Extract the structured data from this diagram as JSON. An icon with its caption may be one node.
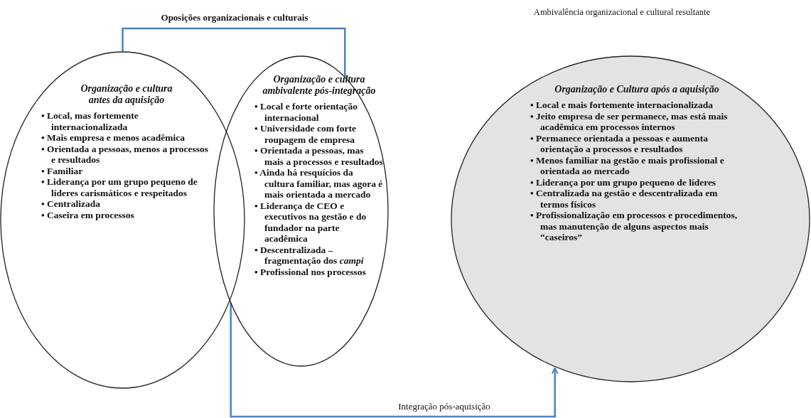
{
  "diagram": {
    "nodes": [
      {
        "text": [
          "Organização e cultura antes da aquisição",
          "• Local, mas fortemente internacionalizada",
          "• Mais empresa e menos acadêmica",
          "• Orientada a pessoas, menos a processos e resultados",
          "• Familiar",
          "• Liderança por um grupo pequeno de líderes carismáticos e respeitados",
          "• Centralizada",
          "• Caseira em processos"
        ]
      },
      {
        "text": [
          "Organização e cultura ambivalente pós-integração",
          "• Local e forte orientação internacional",
          "• Universidade com forte roupagem de empresa",
          "• Orientada a pessoas, mas mais a processos e resultados",
          "• Ainda há resquícios da cultura familiar, mas agora é mais orientada a mercado",
          "• Liderança de CEO e executivos na gestão e do fundador na parte acadêmica",
          "• Descentralizada – fragmentação dos *campi*",
          "• Profissional nos processos"
        ]
      },
      {
        "text": [
          "Organização e Cultura após a aquisição",
          "• Local e mais fortemente internacionalizada",
          "• Jeito empresa de ser permanece, mas está mais acadêmica em processos internos",
          "• Permanece orientada a pessoas e aumenta orientação a processos e resultados",
          "• Menos familiar na gestão e mais profissional e orientada ao mercado",
          "• Liderança por um grupo pequeno de líderes",
          "• Centralizada na gestão e descentralizada em termos físicos",
          "• Profissionalização em processos e procedimentos, mas manutenção de alguns aspectos mais “caseiros”"
        ]
      }
    ],
    "edges": [
      {
        "from": 0,
        "to": 1,
        "arrow": "none",
        "label": "Oposições organizacionais e culturais"
      },
      {
        "from": 1,
        "to": 2,
        "arrow": "to",
        "label": "Integração pós-aquisição"
      }
    ],
    "labels": [
      "Ambivalência organizacional e cultural resultante"
    ]
  }
}
